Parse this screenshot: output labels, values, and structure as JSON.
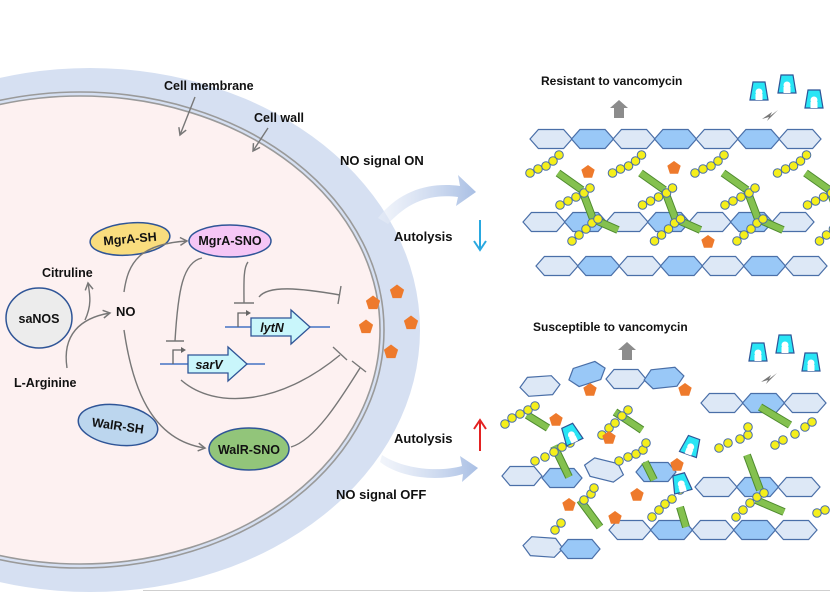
{
  "cell": {
    "membrane_label": "Cell membrane",
    "wall_label": "Cell wall",
    "colors": {
      "cytoplasm": "#fdf1f1",
      "wall": "#d6e0f2",
      "membrane": "#9a9a9a"
    }
  },
  "pathway": {
    "enzyme": "saNOS",
    "substrate": "L-Arginine",
    "byproduct": "Citruline",
    "signal": "NO",
    "nodes": [
      {
        "id": "mgra-sh",
        "label": "MgrA-SH",
        "color": "#f9dd7e"
      },
      {
        "id": "mgra-sno",
        "label": "MgrA-SNO",
        "color": "#f5c6f5"
      },
      {
        "id": "walr-sh",
        "label": "WalR-SH",
        "color": "#bcd6ee"
      },
      {
        "id": "walr-sno",
        "label": "WalR-SNO",
        "color": "#92c57a"
      }
    ],
    "genes": [
      {
        "id": "lytN",
        "label": "lytN"
      },
      {
        "id": "sarV",
        "label": "sarV"
      }
    ],
    "gene_color": "#c9f6fb"
  },
  "conditions": {
    "on": {
      "label": "NO signal ON",
      "autolysis": "Autolysis",
      "autolysis_direction": "down",
      "arrow_color": "#29a8e0",
      "result": "Resistant to vancomycin"
    },
    "off": {
      "label": "NO signal OFF",
      "autolysis": "Autolysis",
      "autolysis_direction": "up",
      "arrow_color": "#e32222",
      "result": "Susceptible to vancomycin"
    }
  },
  "legend_colors": {
    "autolysin": "#ee7a2c",
    "glycan_light": "#dde8f6",
    "glycan_dark": "#99c8f7",
    "peptide": "#f5ef1b",
    "crossbridge": "#84c14f",
    "vancomycin": "#29e5f5"
  }
}
